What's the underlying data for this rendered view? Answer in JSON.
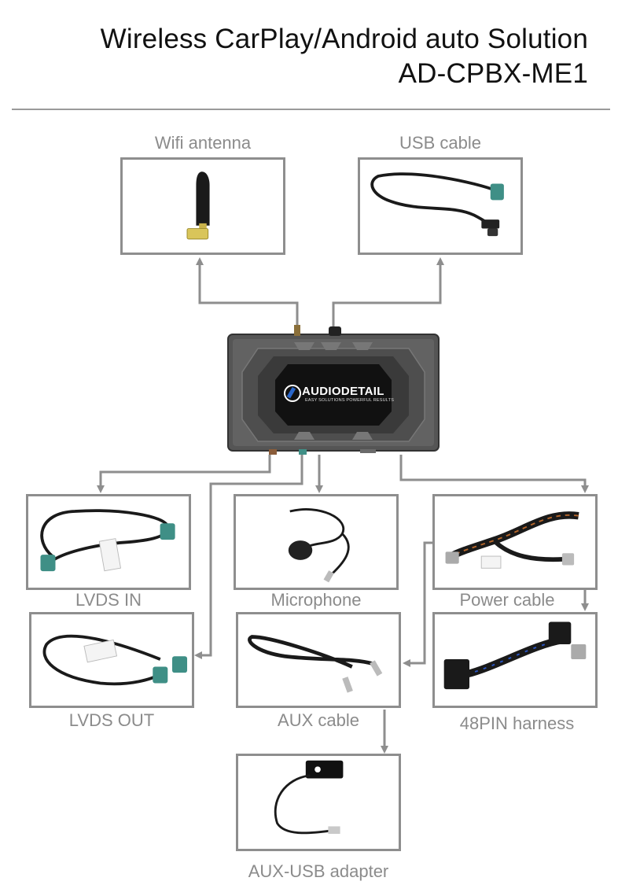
{
  "header": {
    "title": "Wireless CarPlay/Android auto Solution",
    "model": "AD-CPBX-ME1"
  },
  "unit": {
    "brand": "AUDIODETAIL",
    "tagline": "EASY SOLUTIONS  POWERFUL RESULTS"
  },
  "components": {
    "wifi_antenna": "Wifi antenna",
    "usb_cable": "USB cable",
    "lvds_in": "LVDS IN",
    "microphone": "Microphone",
    "power_cable": "Power cable",
    "lvds_out": "LVDS OUT",
    "aux_cable": "AUX cable",
    "harness_48pin": "48PIN harness",
    "aux_usb_adapter": "AUX-USB adapter"
  },
  "colors": {
    "line": "#8e8e8e",
    "label": "#8b8b8b",
    "unit_body": "#5a5a5a",
    "fakra_green": "#3f8f86",
    "fakra_brown": "#8a5c3a"
  }
}
